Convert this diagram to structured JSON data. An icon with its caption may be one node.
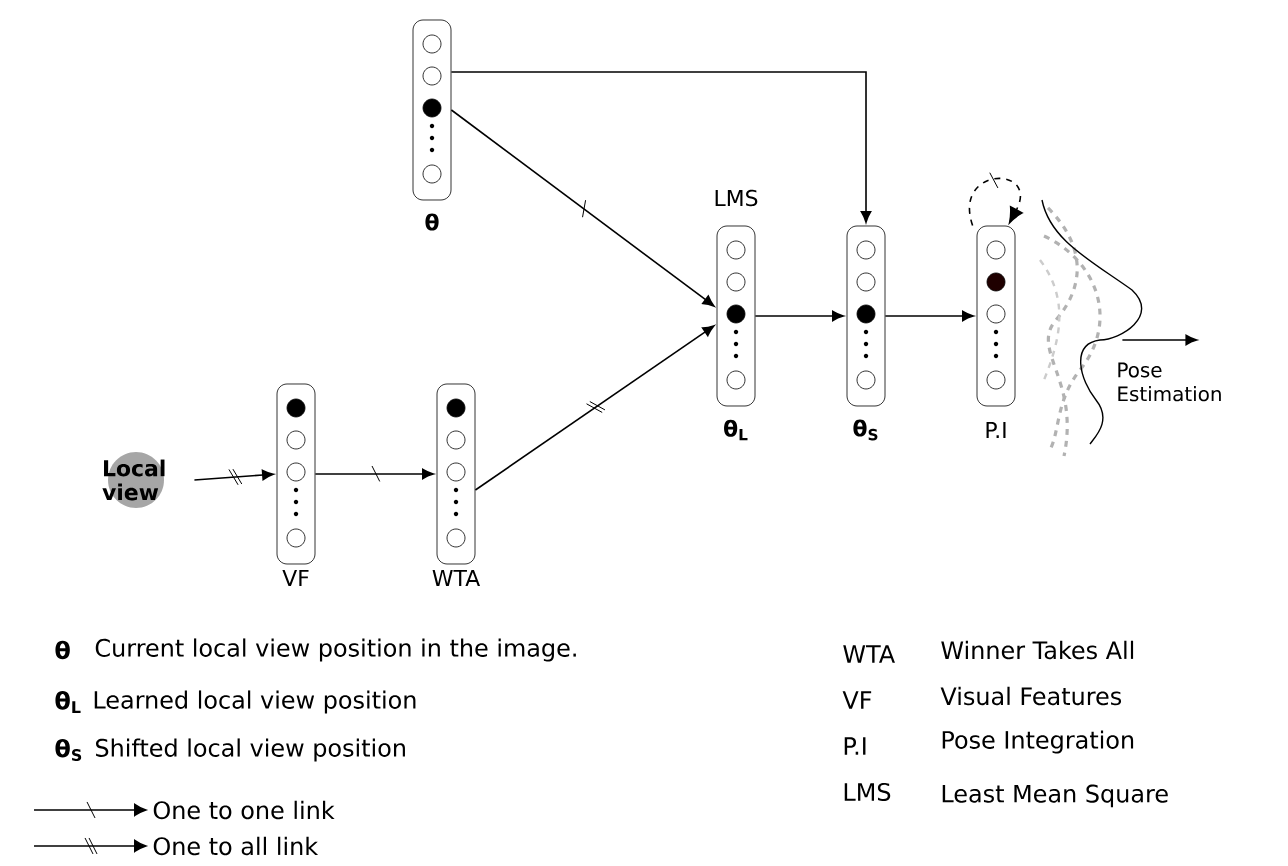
{
  "diagram": {
    "nodes": [
      {
        "text": [
          "θ"
        ]
      },
      {
        "text": [
          "Local view"
        ]
      },
      {
        "text": [
          "VF"
        ]
      },
      {
        "text": [
          "WTA"
        ]
      },
      {
        "text": [
          "LMS",
          "θ$_{L}$"
        ]
      },
      {
        "text": [
          "θ$_{S}$"
        ]
      },
      {
        "text": [
          "P.I"
        ]
      },
      {
        "text": [],
        "shape": "picture"
      }
    ],
    "edges": [
      {
        "from": 1,
        "to": 2,
        "arrow": "to"
      },
      {
        "from": 2,
        "to": 3,
        "arrow": "to"
      },
      {
        "from": 3,
        "to": 4,
        "arrow": "to"
      },
      {
        "from": 0,
        "to": 4,
        "arrow": "to"
      },
      {
        "from": 0,
        "to": 5,
        "arrow": "to"
      },
      {
        "from": 4,
        "to": 5,
        "arrow": "to"
      },
      {
        "from": 5,
        "to": 6,
        "arrow": "to"
      },
      {
        "from": 6,
        "to": 6,
        "arrow": "to",
        "style": "dashed"
      },
      {
        "from": 7,
        "to": null,
        "arrow": "to",
        "label": "Pose Estimation"
      }
    ],
    "labels": [
      "θ",
      "Current local view position in the image.",
      "WTA",
      "Winner Takes All",
      "θ$_{L}$",
      "Learned local view position",
      "VF",
      "Visual Features",
      "θ$_{S}$",
      "Shifted local view position",
      "P.I",
      "Pose Integration",
      "LMS",
      "Least Mean Square"
    ],
    "legend": [
      {
        "text": "One to one link"
      },
      {
        "text": "One to all link"
      }
    ]
  }
}
